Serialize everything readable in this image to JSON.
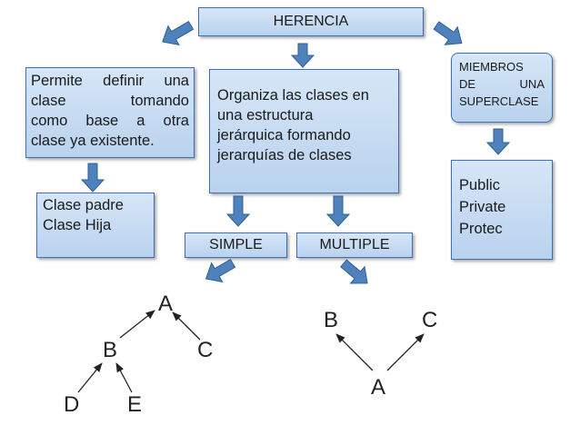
{
  "title": "HERENCIA",
  "left_box": {
    "lines": [
      "Permite definir una",
      "clase tomando",
      "como base a otra",
      "clase ya existente."
    ]
  },
  "class_box": {
    "lines": [
      "Clase padre",
      "Clase Hija"
    ]
  },
  "center_box": {
    "lines": [
      "Organiza las clases en",
      "una estructura",
      "jerárquica formando",
      "jerarquías de clases"
    ]
  },
  "simple_label": "SIMPLE",
  "multiple_label": "MULTIPLE",
  "members_box": {
    "lines": [
      "MIEMBROS",
      "DE UNA",
      "SUPERCLASE"
    ]
  },
  "access_box": {
    "lines": [
      "Public",
      "Private",
      "Protec"
    ]
  },
  "simple_tree": {
    "nodes": [
      "A",
      "B",
      "C",
      "D",
      "E"
    ]
  },
  "multiple_tree": {
    "nodes": [
      "B",
      "C",
      "A"
    ]
  },
  "colors": {
    "box_fill": "#c7dcf2",
    "box_border": "#3f6fb0",
    "arrow": "#4f81bd"
  }
}
